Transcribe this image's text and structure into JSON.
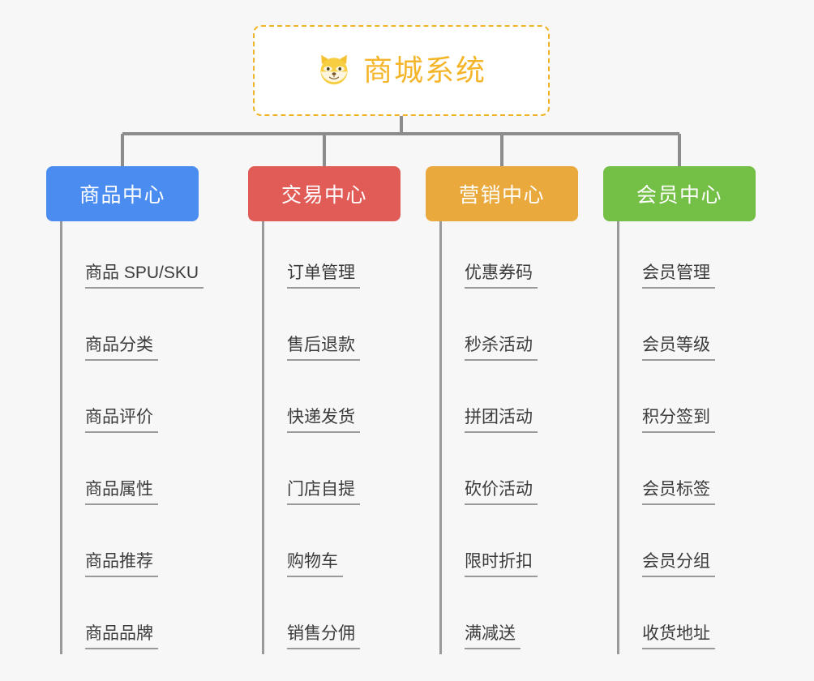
{
  "root": {
    "title": "商城系统",
    "icon": "shiba-dog-icon",
    "border_color": "#f0b429",
    "text_color": "#f5b52a",
    "background": "#ffffff"
  },
  "page": {
    "background": "#f7f7f7",
    "connector_color": "#8c8c8c",
    "spine_color": "#9a9a9a",
    "leaf_text_color": "#3b3b3b"
  },
  "columns": [
    {
      "title": "商品中心",
      "color": "#4a8cf0",
      "items": [
        "商品 SPU/SKU",
        "商品分类",
        "商品评价",
        "商品属性",
        "商品推荐",
        "商品品牌"
      ]
    },
    {
      "title": "交易中心",
      "color": "#e25c57",
      "items": [
        "订单管理",
        "售后退款",
        "快递发货",
        "门店自提",
        "购物车",
        "销售分佣"
      ]
    },
    {
      "title": "营销中心",
      "color": "#eaa93c",
      "items": [
        "优惠券码",
        "秒杀活动",
        "拼团活动",
        "砍价活动",
        "限时折扣",
        "满减送"
      ]
    },
    {
      "title": "会员中心",
      "color": "#74bf45",
      "items": [
        "会员管理",
        "会员等级",
        "积分签到",
        "会员标签",
        "会员分组",
        "收货地址"
      ]
    }
  ]
}
